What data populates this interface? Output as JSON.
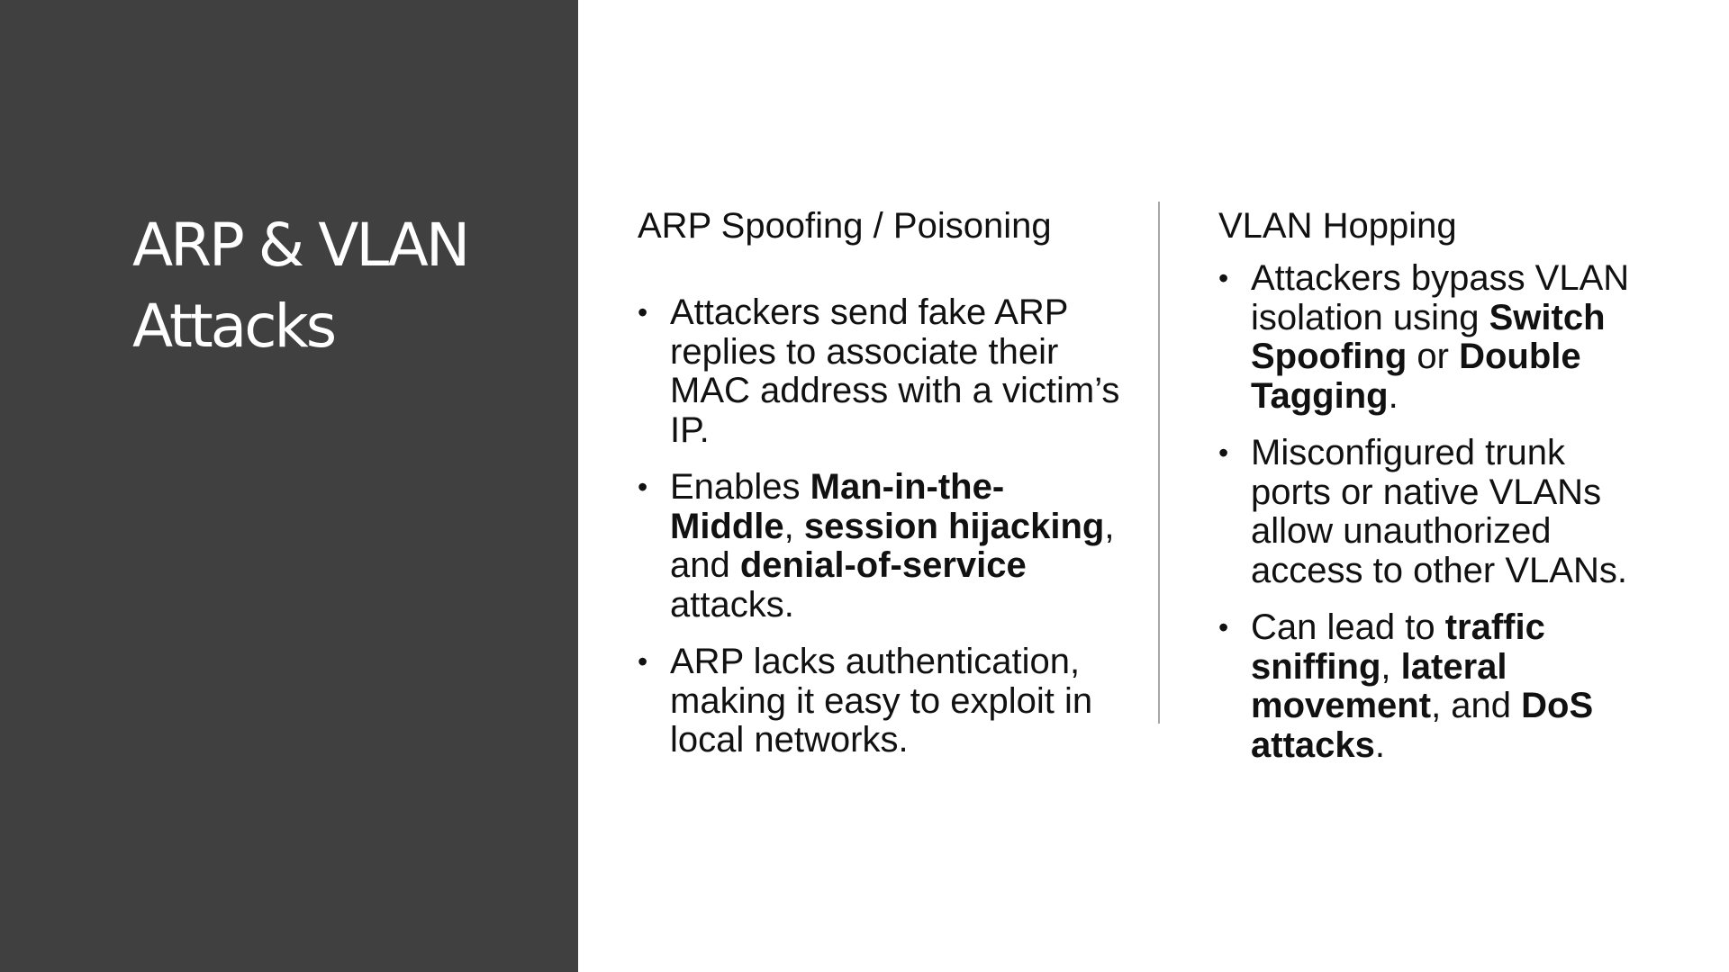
{
  "slide": {
    "title_line1": "ARP & VLAN",
    "title_line2": "Attacks",
    "colors": {
      "side_panel": "#404040",
      "title_text": "#ffffff",
      "body_text": "#111111",
      "divider": "#a6a6a6"
    }
  },
  "left_column": {
    "heading": "ARP Spoofing / Poisoning",
    "bullets": [
      {
        "segments": [
          {
            "text": "Attackers send fake ARP replies to associate their MAC address with a victim’s IP.",
            "bold": false
          }
        ]
      },
      {
        "segments": [
          {
            "text": "Enables ",
            "bold": false
          },
          {
            "text": "Man-in-the-Middle",
            "bold": true
          },
          {
            "text": ", ",
            "bold": false
          },
          {
            "text": "session hijacking",
            "bold": true
          },
          {
            "text": ", and ",
            "bold": false
          },
          {
            "text": "denial-of-service",
            "bold": true
          },
          {
            "text": " attacks.",
            "bold": false
          }
        ]
      },
      {
        "segments": [
          {
            "text": "ARP lacks authentication, making it easy to exploit in local networks.",
            "bold": false
          }
        ]
      }
    ]
  },
  "right_column": {
    "heading": "VLAN Hopping",
    "bullets": [
      {
        "segments": [
          {
            "text": "Attackers bypass VLAN isolation using ",
            "bold": false
          },
          {
            "text": "Switch Spoofing",
            "bold": true
          },
          {
            "text": " or ",
            "bold": false
          },
          {
            "text": "Double Tagging",
            "bold": true
          },
          {
            "text": ".",
            "bold": false
          }
        ]
      },
      {
        "segments": [
          {
            "text": "Misconfigured trunk ports or native VLANs allow unauthorized access to other VLANs.",
            "bold": false
          }
        ]
      },
      {
        "segments": [
          {
            "text": "Can lead to ",
            "bold": false
          },
          {
            "text": "traffic sniffing",
            "bold": true
          },
          {
            "text": ", ",
            "bold": false
          },
          {
            "text": "lateral movement",
            "bold": true
          },
          {
            "text": ", and ",
            "bold": false
          },
          {
            "text": "DoS attacks",
            "bold": true
          },
          {
            "text": ".",
            "bold": false
          }
        ]
      }
    ]
  },
  "bullet_glyph": "•"
}
